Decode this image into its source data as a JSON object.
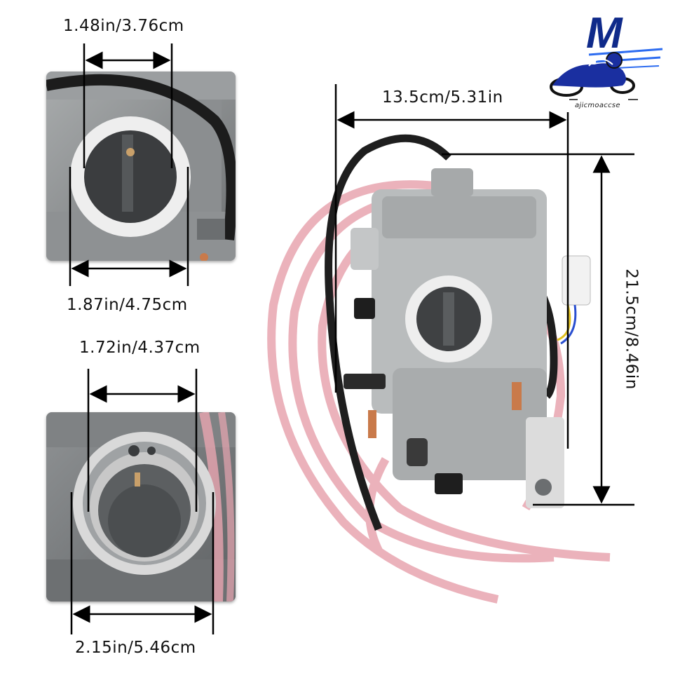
{
  "brand": {
    "logo_letter": "M",
    "caption": "ajicmoaccse",
    "colors": {
      "primary": "#0f2a8a",
      "accent": "#2d6cf0"
    }
  },
  "dimensions": {
    "top_inner_diameter": "1.48in/3.76cm",
    "top_outer_diameter": "1.87in/4.75cm",
    "bottom_inner_diameter": "1.72in/4.37cm",
    "bottom_outer_diameter": "2.15in/5.46cm",
    "body_width": "13.5cm/5.31in",
    "body_height": "21.5cm/8.46in"
  },
  "photos": {
    "top_detail": "carb-intake-closeup",
    "bottom_detail": "carb-outlet-closeup",
    "main": "carburetor-with-hoses"
  },
  "colors": {
    "metal": "#b9bcbd",
    "metal_dark": "#8a8d8f",
    "hose_pink": "#e8a5b0",
    "hose_black": "#1e1e1e",
    "line": "#000000"
  }
}
